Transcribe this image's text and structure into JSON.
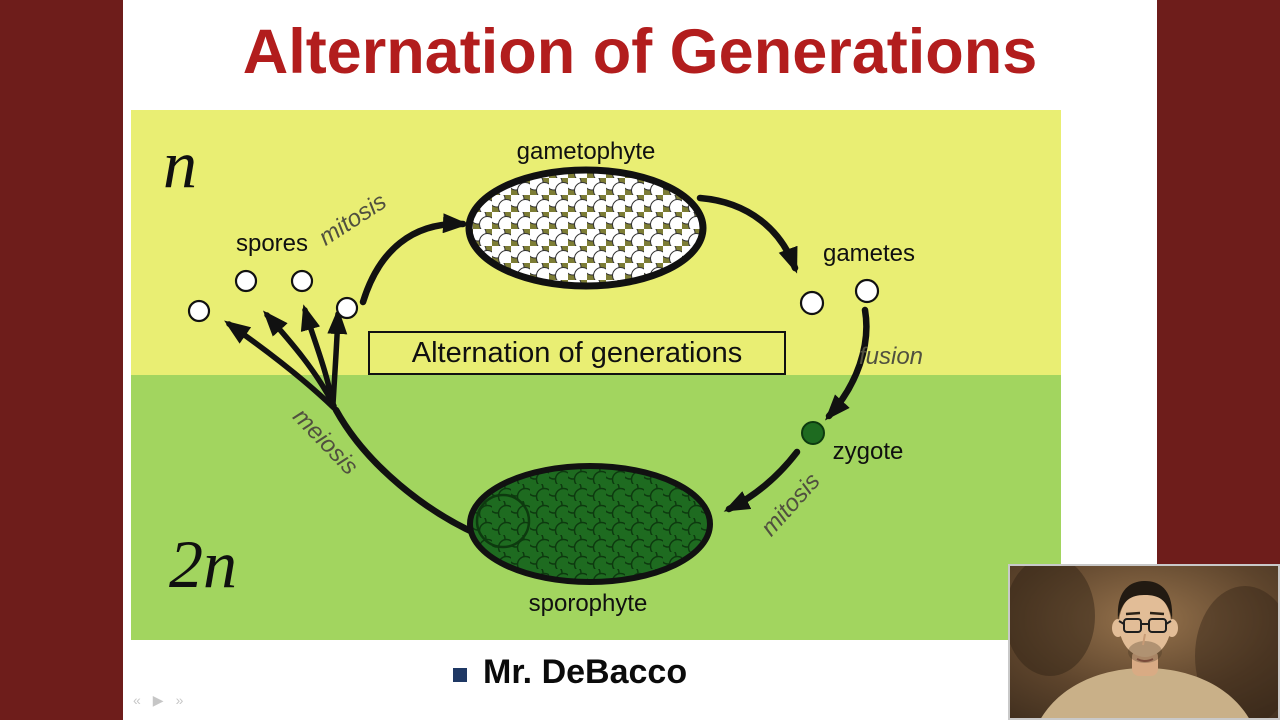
{
  "slide": {
    "title": "Alternation of Generations",
    "footer_text": "Mr. DeBacco"
  },
  "diagram": {
    "ploidy_haploid": "n",
    "ploidy_diploid": "2n",
    "center_box_label": "Alternation of generations",
    "gametophyte_label": "gametophyte",
    "sporophyte_label": "sporophyte",
    "spores_label": "spores",
    "gametes_label": "gametes",
    "zygote_label": "zygote",
    "mitosis_top_label": "mitosis",
    "mitosis_bottom_label": "mitosis",
    "meiosis_label": "meiosis",
    "fusion_label": "fusion"
  },
  "player": {
    "icons": {
      "rewind": "«",
      "play": "▶",
      "forward": "»"
    }
  },
  "colors": {
    "side_bar": "#6e1d1b",
    "title_red": "#b21d1d",
    "haploid_bg": "#e9ee73",
    "diploid_bg": "#a2d55f",
    "dark_green": "#1e6b20",
    "cell_matrix_olive": "#7d7d35",
    "bullet_navy": "#1f3864",
    "process_gray": "#50503f"
  }
}
